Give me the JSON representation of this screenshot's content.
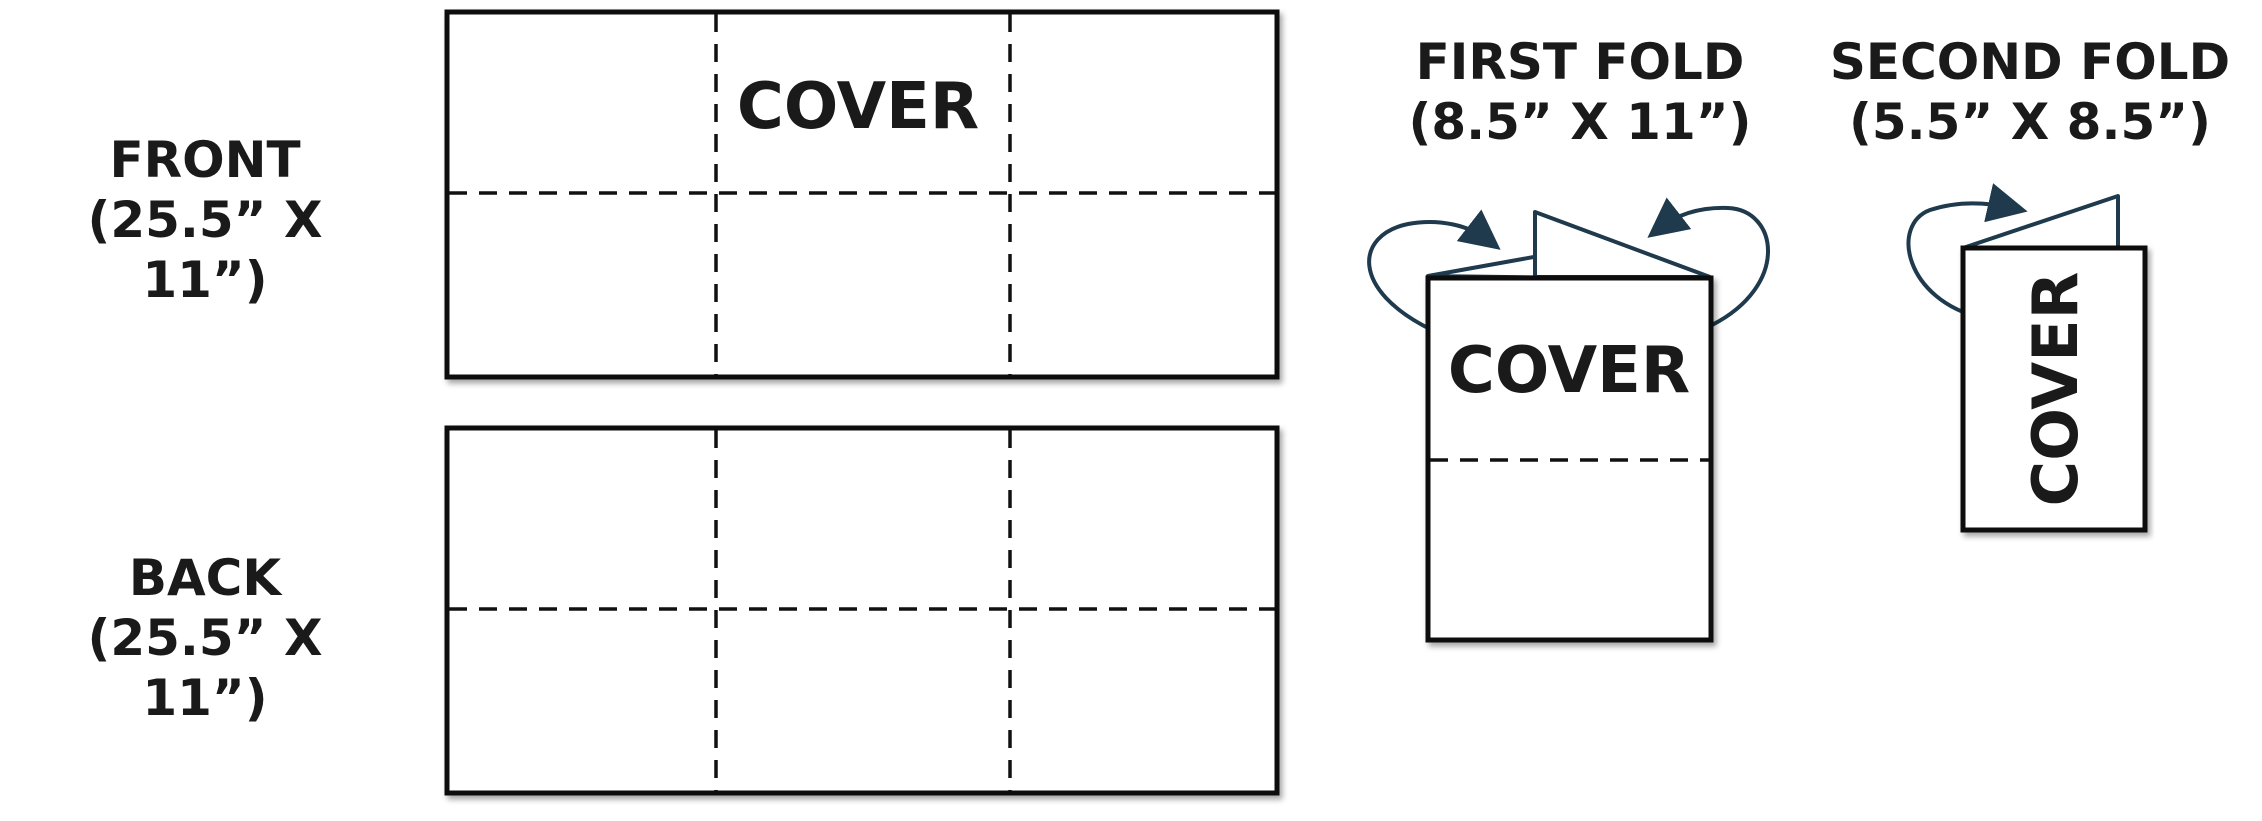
{
  "labels": {
    "front_title": "FRONT",
    "front_size": "(25.5” X 11”)",
    "back_title": "BACK",
    "back_size": "(25.5” X 11”)",
    "first_fold_title": "FIRST FOLD",
    "first_fold_size": "(8.5” X 11”)",
    "second_fold_title": "SECOND FOLD",
    "second_fold_size": "(5.5” X 8.5”)"
  },
  "panels": {
    "front_cover_text": "COVER",
    "first_fold_cover_text": "COVER",
    "second_fold_cover_text": "COVER"
  },
  "colors": {
    "line": "#111111",
    "arrow": "#1e3a4c",
    "fold_line": "#1e3a4c"
  }
}
